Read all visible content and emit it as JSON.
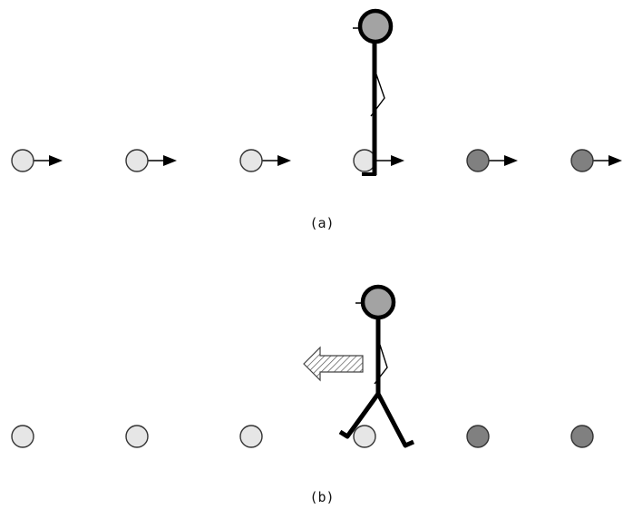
{
  "panel_a": {
    "caption": "(a)",
    "circle_shades": [
      "light",
      "light",
      "light",
      "light",
      "dark",
      "dark"
    ],
    "arrows_on_circles": true,
    "person_pose": "standing"
  },
  "panel_b": {
    "caption": "(b)",
    "circle_shades": [
      "light",
      "light",
      "light",
      "light",
      "dark",
      "dark"
    ],
    "arrows_on_circles": false,
    "person_pose": "walking",
    "movement_arrow_direction": "left",
    "movement_arrow_fill": "hatched"
  },
  "colors": {
    "light_circle": "#e6e6e6",
    "dark_circle": "#808080",
    "head": "#a3a3a3",
    "stroke": "#000000",
    "caption": "#111111"
  }
}
